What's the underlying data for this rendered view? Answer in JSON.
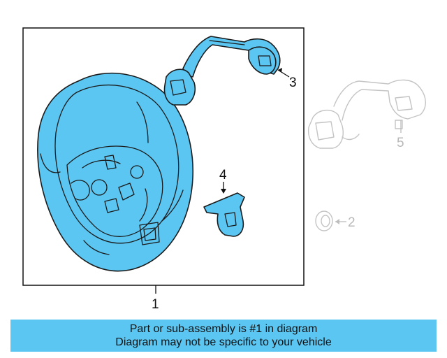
{
  "callouts": {
    "c1": "1",
    "c2": "2",
    "c3": "3",
    "c4": "4",
    "c5": "5"
  },
  "footer": {
    "line1": "Part or sub-assembly is #1 in diagram",
    "line2": "Diagram may not be specific to your vehicle"
  },
  "colors": {
    "highlight": "#5bc6f2",
    "ghost": "#c4c4c4"
  }
}
